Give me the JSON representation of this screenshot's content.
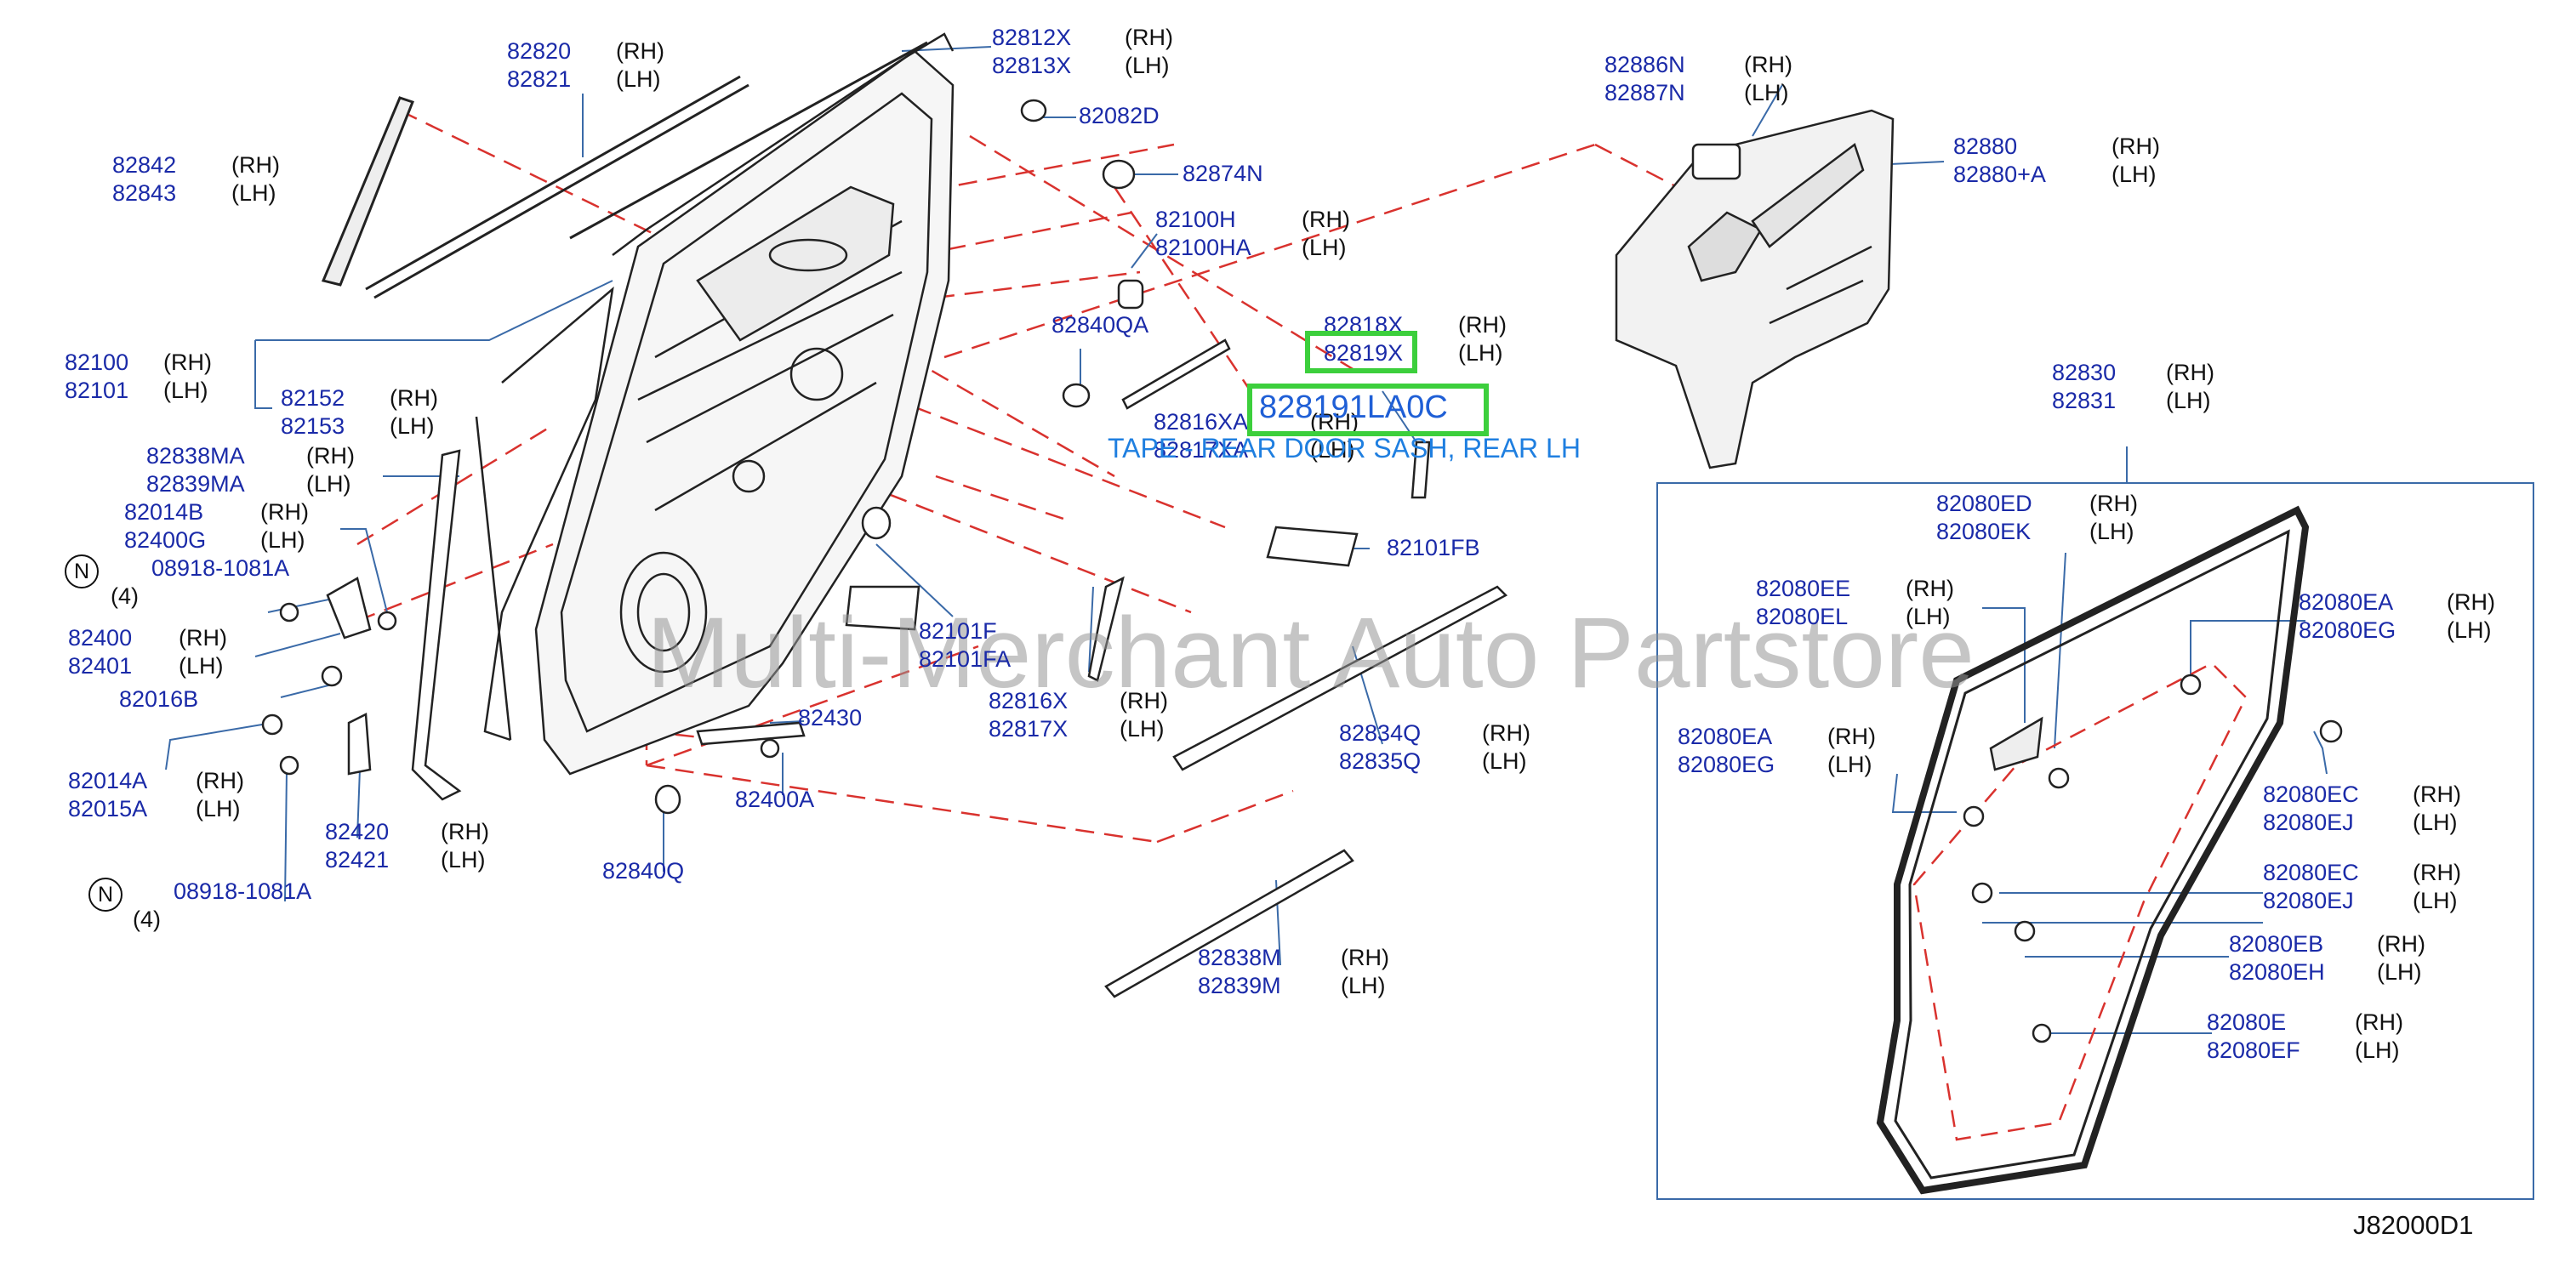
{
  "diagram": {
    "figure_code": "J82000D1",
    "watermark": "Multi-Merchant Auto Partstore",
    "highlighted_part": "828191LA0C",
    "highlighted_description": "TAPE - REAR DOOR SASH, REAR LH",
    "note_symbol": "N",
    "accent_color": "#3ccf3c",
    "leader_color": "#d9322e",
    "label_color": "#1a2aa8",
    "callouts": [
      {
        "id": "c01",
        "parts": [
          "82820",
          "82821"
        ],
        "sides": [
          "(RH)",
          "(LH)"
        ]
      },
      {
        "id": "c02",
        "parts": [
          "82812X",
          "82813X"
        ],
        "sides": [
          "(RH)",
          "(LH)"
        ]
      },
      {
        "id": "c03",
        "parts": [
          "82082D"
        ],
        "sides": []
      },
      {
        "id": "c04",
        "parts": [
          "82874N"
        ],
        "sides": []
      },
      {
        "id": "c05",
        "parts": [
          "82842",
          "82843"
        ],
        "sides": [
          "(RH)",
          "(LH)"
        ]
      },
      {
        "id": "c06",
        "parts": [
          "82100H",
          "82100HA"
        ],
        "sides": [
          "(RH)",
          "(LH)"
        ]
      },
      {
        "id": "c07",
        "parts": [
          "82840QA"
        ],
        "sides": []
      },
      {
        "id": "c08",
        "parts": [
          "82818X",
          "82819X"
        ],
        "sides": [
          "(RH)",
          "(LH)"
        ]
      },
      {
        "id": "c09",
        "parts": [
          "82100",
          "82101"
        ],
        "sides": [
          "(RH)",
          "(LH)"
        ]
      },
      {
        "id": "c10",
        "parts": [
          "82152",
          "82153"
        ],
        "sides": [
          "(RH)",
          "(LH)"
        ]
      },
      {
        "id": "c11",
        "parts": [
          "82816XA",
          "82817XA"
        ],
        "sides": [
          "(RH)",
          "(LH)"
        ]
      },
      {
        "id": "c12",
        "parts": [
          "82838MA",
          "82839MA"
        ],
        "sides": [
          "(RH)",
          "(LH)"
        ]
      },
      {
        "id": "c13",
        "parts": [
          "82014B",
          "82400G"
        ],
        "sides": [
          "(RH)",
          "(LH)"
        ]
      },
      {
        "id": "c14",
        "parts": [
          "82101FB"
        ],
        "sides": []
      },
      {
        "id": "c15",
        "parts": [
          "08918-1081A"
        ],
        "sides": [],
        "qty": "(4)"
      },
      {
        "id": "c16",
        "parts": [
          "82101F",
          "82101FA"
        ],
        "sides": []
      },
      {
        "id": "c17",
        "parts": [
          "82400",
          "82401"
        ],
        "sides": [
          "(RH)",
          "(LH)"
        ]
      },
      {
        "id": "c18",
        "parts": [
          "82016B"
        ],
        "sides": []
      },
      {
        "id": "c19",
        "parts": [
          "82816X",
          "82817X"
        ],
        "sides": [
          "(RH)",
          "(LH)"
        ]
      },
      {
        "id": "c20",
        "parts": [
          "82834Q",
          "82835Q"
        ],
        "sides": [
          "(RH)",
          "(LH)"
        ]
      },
      {
        "id": "c21",
        "parts": [
          "82430"
        ],
        "sides": []
      },
      {
        "id": "c22",
        "parts": [
          "82014A",
          "82015A"
        ],
        "sides": [
          "(RH)",
          "(LH)"
        ]
      },
      {
        "id": "c23",
        "parts": [
          "82400A"
        ],
        "sides": []
      },
      {
        "id": "c24",
        "parts": [
          "82420",
          "82421"
        ],
        "sides": [
          "(RH)",
          "(LH)"
        ]
      },
      {
        "id": "c25",
        "parts": [
          "82840Q"
        ],
        "sides": []
      },
      {
        "id": "c26",
        "parts": [
          "08918-1081A"
        ],
        "sides": [],
        "qty": "(4)"
      },
      {
        "id": "c27",
        "parts": [
          "82838M",
          "82839M"
        ],
        "sides": [
          "(RH)",
          "(LH)"
        ]
      },
      {
        "id": "c28",
        "parts": [
          "82886N",
          "82887N"
        ],
        "sides": [
          "(RH)",
          "(LH)"
        ]
      },
      {
        "id": "c29",
        "parts": [
          "82880",
          "82880+A"
        ],
        "sides": [
          "(RH)",
          "(LH)"
        ]
      },
      {
        "id": "c30",
        "parts": [
          "82830",
          "82831"
        ],
        "sides": [
          "(RH)",
          "(LH)"
        ]
      },
      {
        "id": "c31",
        "parts": [
          "82080ED",
          "82080EK"
        ],
        "sides": [
          "(RH)",
          "(LH)"
        ]
      },
      {
        "id": "c32",
        "parts": [
          "82080EE",
          "82080EL"
        ],
        "sides": [
          "(RH)",
          "(LH)"
        ]
      },
      {
        "id": "c33",
        "parts": [
          "82080EA",
          "82080EG"
        ],
        "sides": [
          "(RH)",
          "(LH)"
        ]
      },
      {
        "id": "c34",
        "parts": [
          "82080EA",
          "82080EG"
        ],
        "sides": [
          "(RH)",
          "(LH)"
        ]
      },
      {
        "id": "c35",
        "parts": [
          "82080EC",
          "82080EJ"
        ],
        "sides": [
          "(RH)",
          "(LH)"
        ]
      },
      {
        "id": "c36",
        "parts": [
          "82080EC",
          "82080EJ"
        ],
        "sides": [
          "(RH)",
          "(LH)"
        ]
      },
      {
        "id": "c37",
        "parts": [
          "82080EB",
          "82080EH"
        ],
        "sides": [
          "(RH)",
          "(LH)"
        ]
      },
      {
        "id": "c38",
        "parts": [
          "82080E",
          "82080EF"
        ],
        "sides": [
          "(RH)",
          "(LH)"
        ]
      }
    ]
  }
}
